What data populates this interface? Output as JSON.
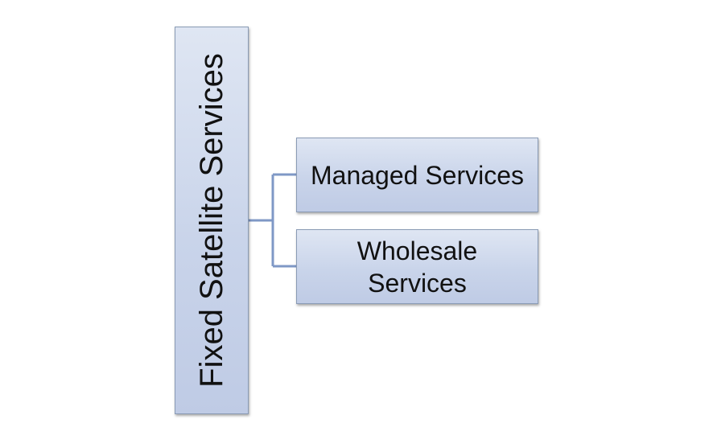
{
  "diagram": {
    "root": {
      "label": "Fixed Satellite Services"
    },
    "children": [
      {
        "label": "Managed Services"
      },
      {
        "label": "Wholesale Services"
      }
    ],
    "colors": {
      "box_fill": "#c9d4ea",
      "box_border": "#8a9bb5",
      "connector": "#7f98c6"
    }
  }
}
